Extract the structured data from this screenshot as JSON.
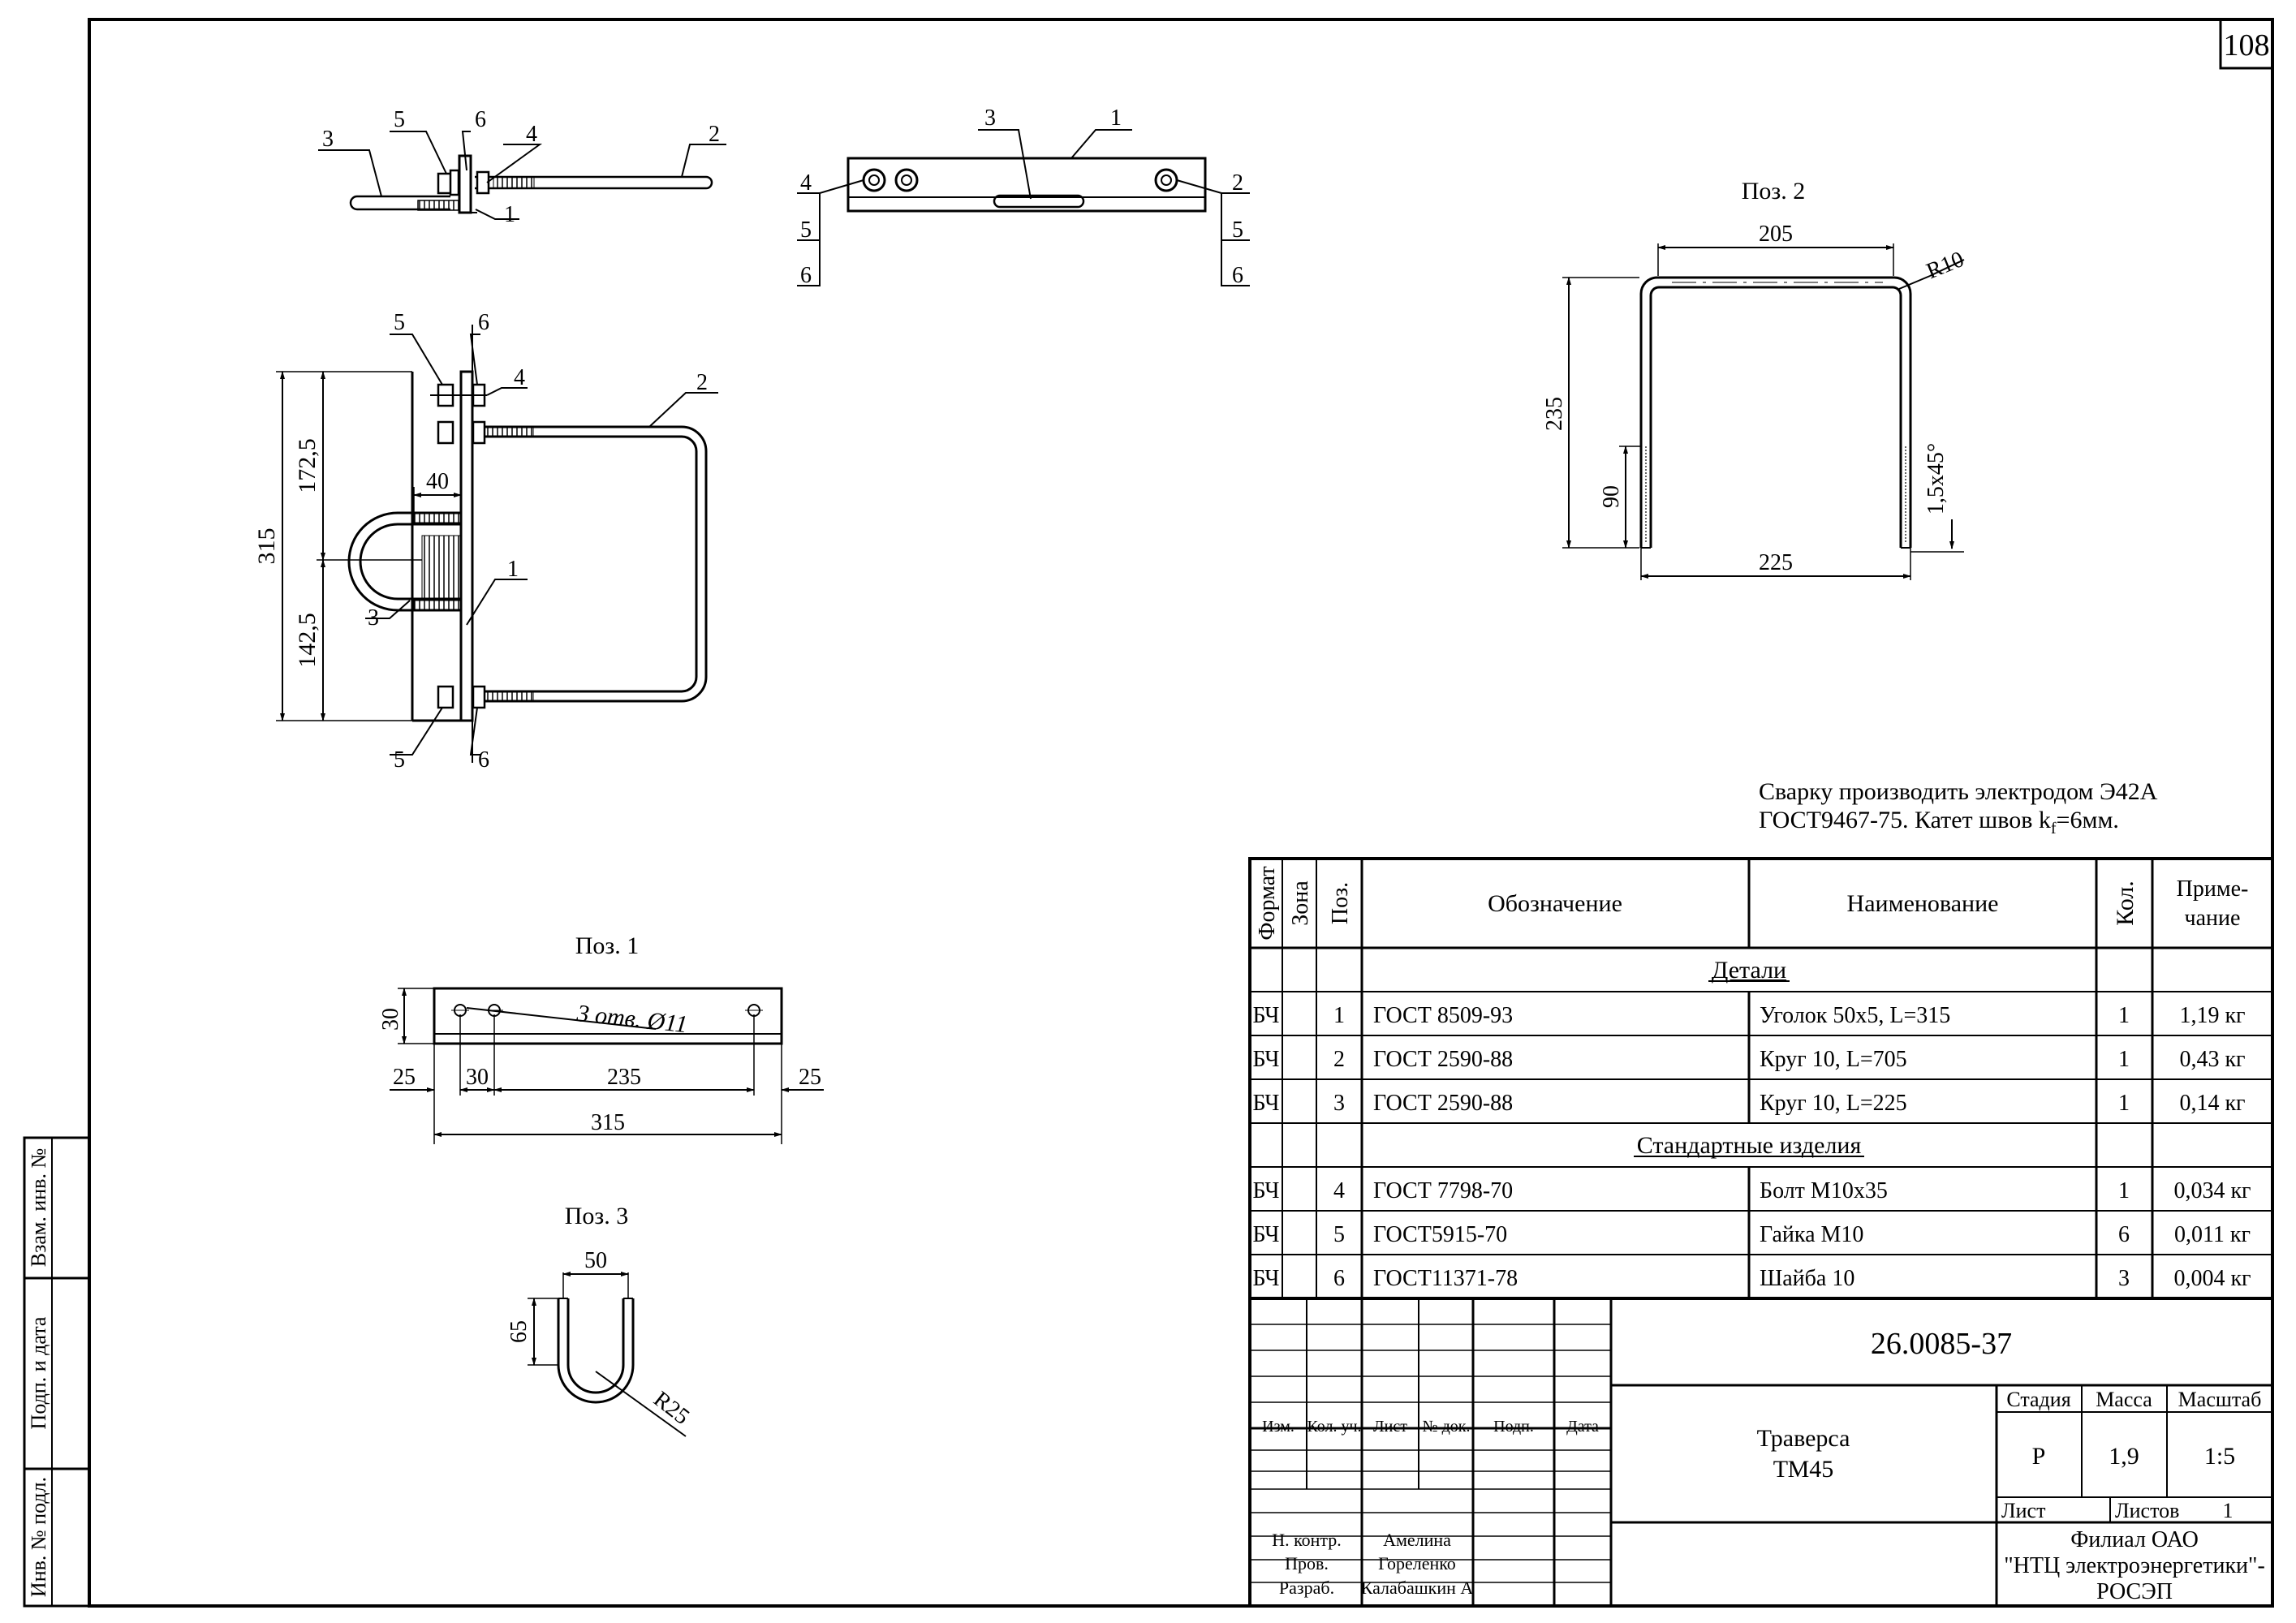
{
  "sheet_number": "108",
  "left_margin": {
    "inv_replace": "Взам. инв. №",
    "sign_date": "Подп. и дата",
    "inv_orig": "Инв. № подл."
  },
  "views": {
    "top_view_callouts": [
      "3",
      "5",
      "6",
      "4",
      "2",
      "1"
    ],
    "front_view_callouts": [
      "4",
      "5",
      "6",
      "3",
      "1",
      "2"
    ],
    "side_view": {
      "callouts": [
        "5",
        "6",
        "4",
        "2",
        "1",
        "3",
        "5",
        "6"
      ],
      "dims": [
        "315",
        "172,5",
        "142,5",
        "40"
      ]
    }
  },
  "pos1": {
    "title": "Поз. 1",
    "holes_label": "3 отв. Ø11",
    "dims": [
      "30",
      "25",
      "30",
      "235",
      "25",
      "315"
    ]
  },
  "pos2": {
    "title": "Поз. 2",
    "dims": [
      "205",
      "R10",
      "235",
      "90",
      "1,5x45°",
      "225"
    ]
  },
  "pos3": {
    "title": "Поз. 3",
    "dims": [
      "50",
      "65",
      "R25"
    ]
  },
  "note": {
    "line1": "Сварку производить электродом Э42А",
    "line2_prefix": "ГОСТ9467-75. Катет швов k",
    "line2_sub": "f",
    "line2_suffix": "=6мм."
  },
  "spec": {
    "headers": {
      "format": "Формат",
      "zone": "Зона",
      "pos": "Поз.",
      "designation": "Обозначение",
      "name": "Наименование",
      "qty": "Кол.",
      "note": "Приме-\nчание"
    },
    "section_parts": "Детали",
    "section_standard": "Стандартные изделия",
    "parts": [
      {
        "format": "БЧ",
        "pos": "1",
        "designation": "ГОСТ 8509-93",
        "name": "Уголок 50х5, L=315",
        "qty": "1",
        "note": "1,19 кг"
      },
      {
        "format": "БЧ",
        "pos": "2",
        "designation": "ГОСТ 2590-88",
        "name": "Круг 10, L=705",
        "qty": "1",
        "note": "0,43 кг"
      },
      {
        "format": "БЧ",
        "pos": "3",
        "designation": "ГОСТ 2590-88",
        "name": "Круг 10, L=225",
        "qty": "1",
        "note": "0,14 кг"
      }
    ],
    "standard": [
      {
        "format": "БЧ",
        "pos": "4",
        "designation": "ГОСТ 7798-70",
        "name": "Болт М10х35",
        "qty": "1",
        "note": "0,034 кг"
      },
      {
        "format": "БЧ",
        "pos": "5",
        "designation": "ГОСТ5915-70",
        "name": "Гайка М10",
        "qty": "6",
        "note": "0,011 кг"
      },
      {
        "format": "БЧ",
        "pos": "6",
        "designation": "ГОСТ11371-78",
        "name": "Шайба 10",
        "qty": "3",
        "note": "0,004 кг"
      }
    ]
  },
  "title_block": {
    "doc_number": "26.0085-37",
    "name_line1": "Траверса",
    "name_line2": "ТМ45",
    "stage_label": "Стадия",
    "mass_label": "Масса",
    "scale_label": "Масштаб",
    "stage": "Р",
    "mass": "1,9",
    "scale": "1:5",
    "sheet_label": "Лист",
    "sheets_label": "Листов",
    "sheets": "1",
    "org_line1": "Филиал ОАО",
    "org_line2": "\"НТЦ электроэнергетики\"-",
    "org_line3": "РОСЭП",
    "col_headers": [
      "Изм.",
      "Кол. уч.",
      "Лист",
      "№ док.",
      "Подп.",
      "Дата"
    ],
    "roles": [
      {
        "role": "Н. контр.",
        "name": "Амелина"
      },
      {
        "role": "Пров.",
        "name": "Горeленко"
      },
      {
        "role": "Разраб.",
        "name": "Калабашкин А"
      }
    ]
  }
}
